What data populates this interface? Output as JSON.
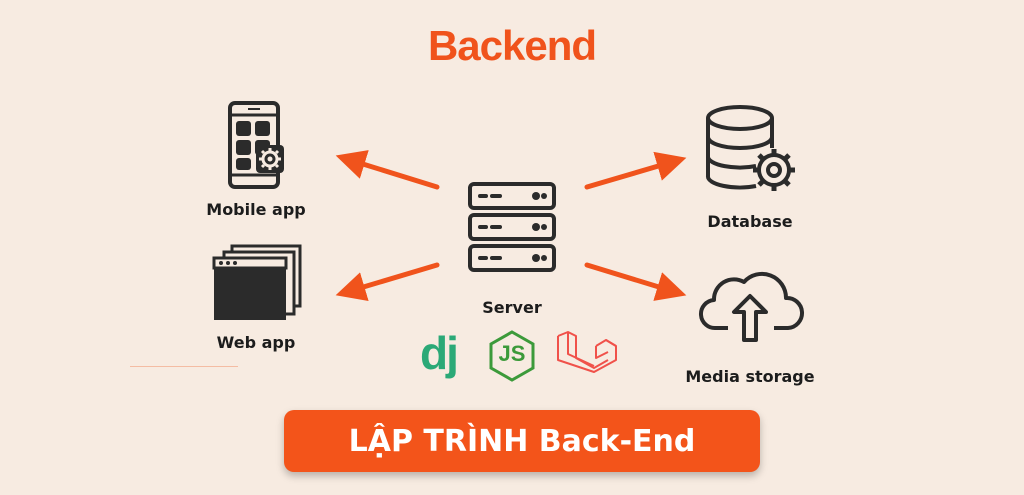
{
  "title": "Backend",
  "nodes": {
    "mobile_app": "Mobile app",
    "web_app": "Web app",
    "server": "Server",
    "database": "Database",
    "media_storage": "Media storage"
  },
  "banner": "LẬP TRÌNH Back-End",
  "tech_logos": {
    "django": "dj",
    "nodejs": "JS"
  },
  "colors": {
    "accent": "#f0531c",
    "icon": "#2b2b2b",
    "background": "#f7ebe1",
    "django": "#2ba977",
    "nodejs": "#3c9a3a",
    "laravel": "#f0514a"
  },
  "icons": [
    "mobile-app-icon",
    "web-app-icon",
    "server-icon",
    "database-icon",
    "media-storage-icon",
    "django-logo",
    "nodejs-logo",
    "laravel-logo"
  ]
}
